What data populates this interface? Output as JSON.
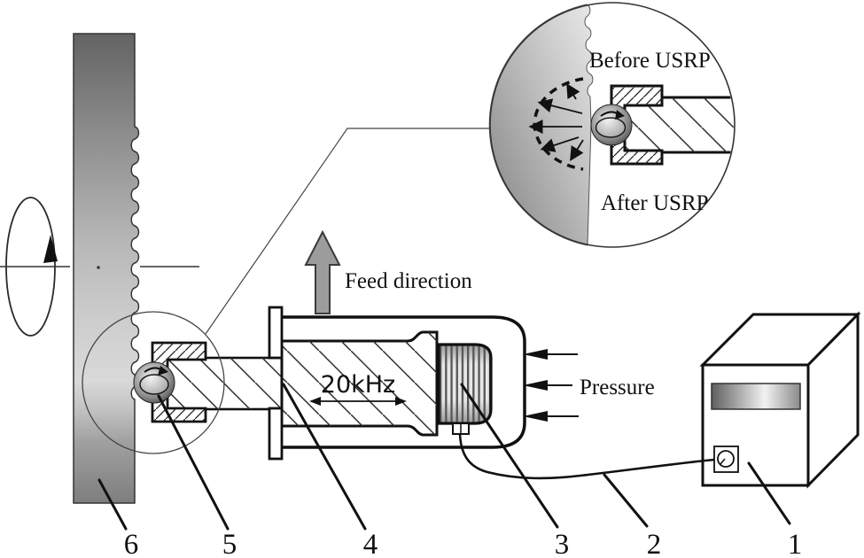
{
  "labels": {
    "feed_direction": "Feed direction",
    "pressure": "Pressure",
    "frequency": "20kHz",
    "before_usrp": "Before USRP",
    "after_usrp": "After USRP"
  },
  "part_numbers": [
    "1",
    "2",
    "3",
    "4",
    "5",
    "6"
  ],
  "colors": {
    "line": "#111111",
    "workpiece_top": "#636363",
    "workpiece_light": "#d9d9d9",
    "workpiece_bottom": "#7e7e7e",
    "feed_arrow_gray": "#9c9c9c",
    "sphere_edge": "#3a3a3a",
    "sphere_highlight": "#f5f5f5"
  }
}
